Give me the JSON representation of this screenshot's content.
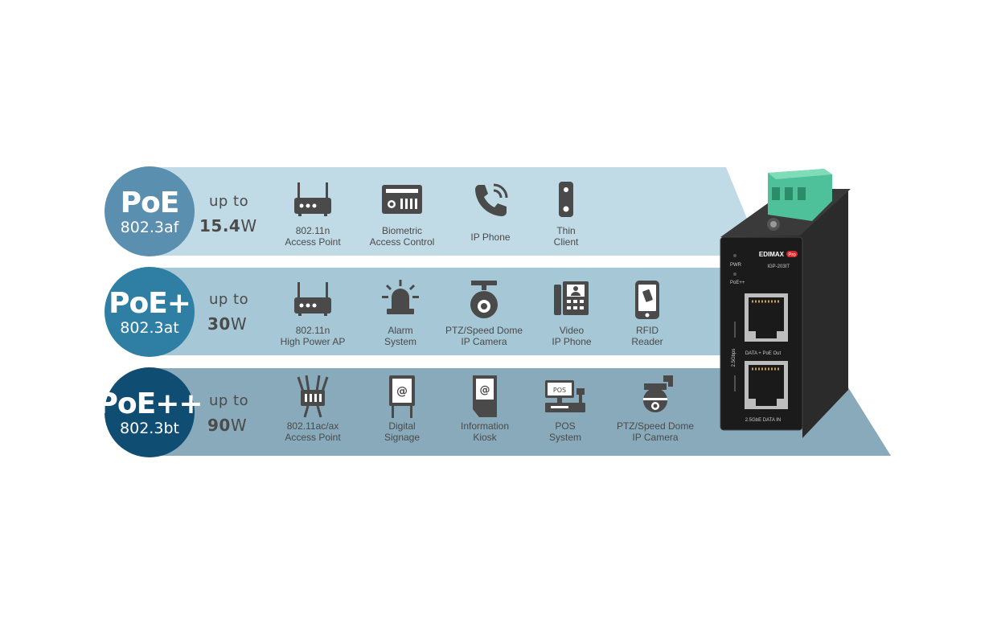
{
  "rows": [
    {
      "standard": "PoE",
      "code": "802.3af",
      "up_to": "up to",
      "watts_num": "15.4",
      "watts_unit": "W",
      "colors": {
        "band": "#c1dbe6",
        "circle": "#5a8fb0"
      },
      "items": [
        {
          "icon": "router-icon",
          "line1": "802.11n",
          "line2": "Access Point"
        },
        {
          "icon": "biometric-panel-icon",
          "line1": "Biometric",
          "line2": "Access Control"
        },
        {
          "icon": "phone-icon",
          "line1": "IP Phone",
          "line2": ""
        },
        {
          "icon": "thin-client-icon",
          "line1": "Thin",
          "line2": "Client"
        }
      ]
    },
    {
      "standard": "PoE+",
      "code": "802.3at",
      "up_to": "up to",
      "watts_num": "30",
      "watts_unit": "W",
      "colors": {
        "band": "#a6c7d6",
        "circle": "#2f7fa5"
      },
      "items": [
        {
          "icon": "router-icon",
          "line1": "802.11n",
          "line2": "High Power AP"
        },
        {
          "icon": "alarm-siren-icon",
          "line1": "Alarm",
          "line2": "System"
        },
        {
          "icon": "ptz-camera-icon",
          "line1": "PTZ/Speed Dome",
          "line2": "IP Camera"
        },
        {
          "icon": "video-phone-icon",
          "line1": "Video",
          "line2": "IP Phone"
        },
        {
          "icon": "rfid-reader-icon",
          "line1": "RFID",
          "line2": "Reader"
        }
      ]
    },
    {
      "standard": "PoE++",
      "code": "802.3bt",
      "up_to": "up to",
      "watts_num": "90",
      "watts_unit": "W",
      "colors": {
        "band": "#88aabb",
        "circle": "#0f4d72"
      },
      "items": [
        {
          "icon": "multi-antenna-ap-icon",
          "line1": "802.11ac/ax",
          "line2": "Access Point"
        },
        {
          "icon": "digital-signage-icon",
          "line1": "Digital",
          "line2": "Signage"
        },
        {
          "icon": "information-kiosk-icon",
          "line1": "Information",
          "line2": "Kiosk"
        },
        {
          "icon": "pos-terminal-icon",
          "line1": "POS",
          "line2": "System"
        },
        {
          "icon": "dome-camera-icon",
          "line1": "PTZ/Speed Dome",
          "line2": "IP Camera"
        }
      ]
    }
  ],
  "device": {
    "brand": "EDIMAX",
    "badge": "Pro",
    "model": "IGP-203IT",
    "led1": "PWR",
    "led2": "PoE++",
    "port1_label": "DATA + PoE Out",
    "port2_label": "2.5GbE DATA IN",
    "side_label": "2.5Gbps",
    "colors": {
      "body": "#1b1b1b",
      "terminal": "#4fc19a"
    }
  },
  "icons": {
    "color": "#4a4a4a"
  }
}
